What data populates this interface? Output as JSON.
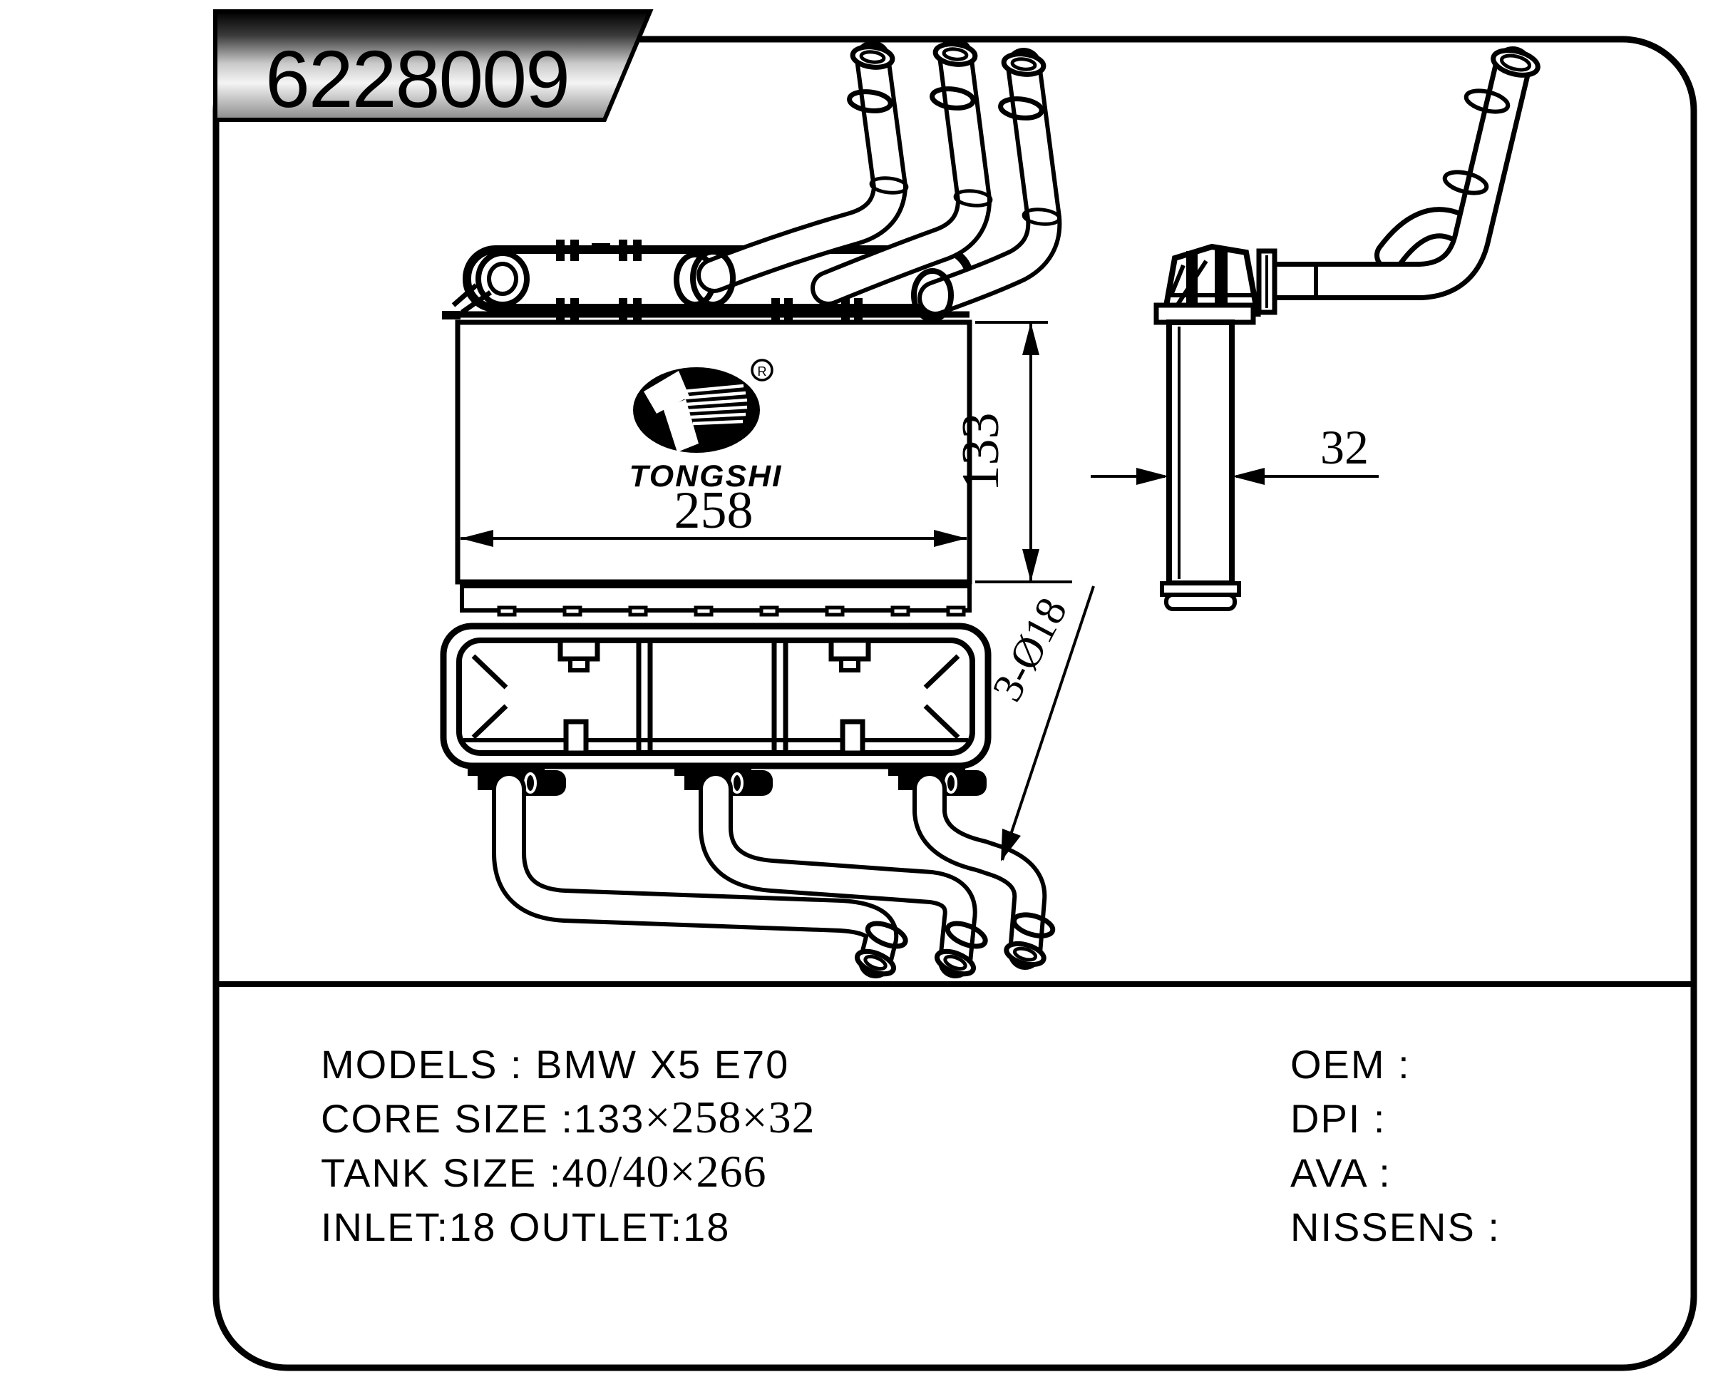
{
  "badge": {
    "part_number": "6228009"
  },
  "logo": {
    "brand": "TONGSHI",
    "registered_mark": "R"
  },
  "dimensions": {
    "core_width": "258",
    "core_height": "133",
    "core_depth": "32",
    "pipe_note": "3-Ø18"
  },
  "specs": {
    "rows": [
      {
        "label": "MODELS : ",
        "sans": "BMW X5 E70",
        "serif": ""
      },
      {
        "label": "CORE SIZE :",
        "sans": "133",
        "serif": "×258×32"
      },
      {
        "label": "TANK SIZE :",
        "sans": "40",
        "serif": "/40×266"
      },
      {
        "label": "INLET:18  OUTLET:18",
        "sans": "",
        "serif": ""
      }
    ],
    "right": [
      {
        "label": "OEM :"
      },
      {
        "label": "DPI :"
      },
      {
        "label": "AVA :"
      },
      {
        "label": "NISSENS :"
      }
    ]
  },
  "colors": {
    "line": "#000000",
    "paper": "#ffffff",
    "badge_dark": "#000000",
    "badge_light": "#f4f4f4",
    "badge_shadow": "#8a8a8a"
  }
}
